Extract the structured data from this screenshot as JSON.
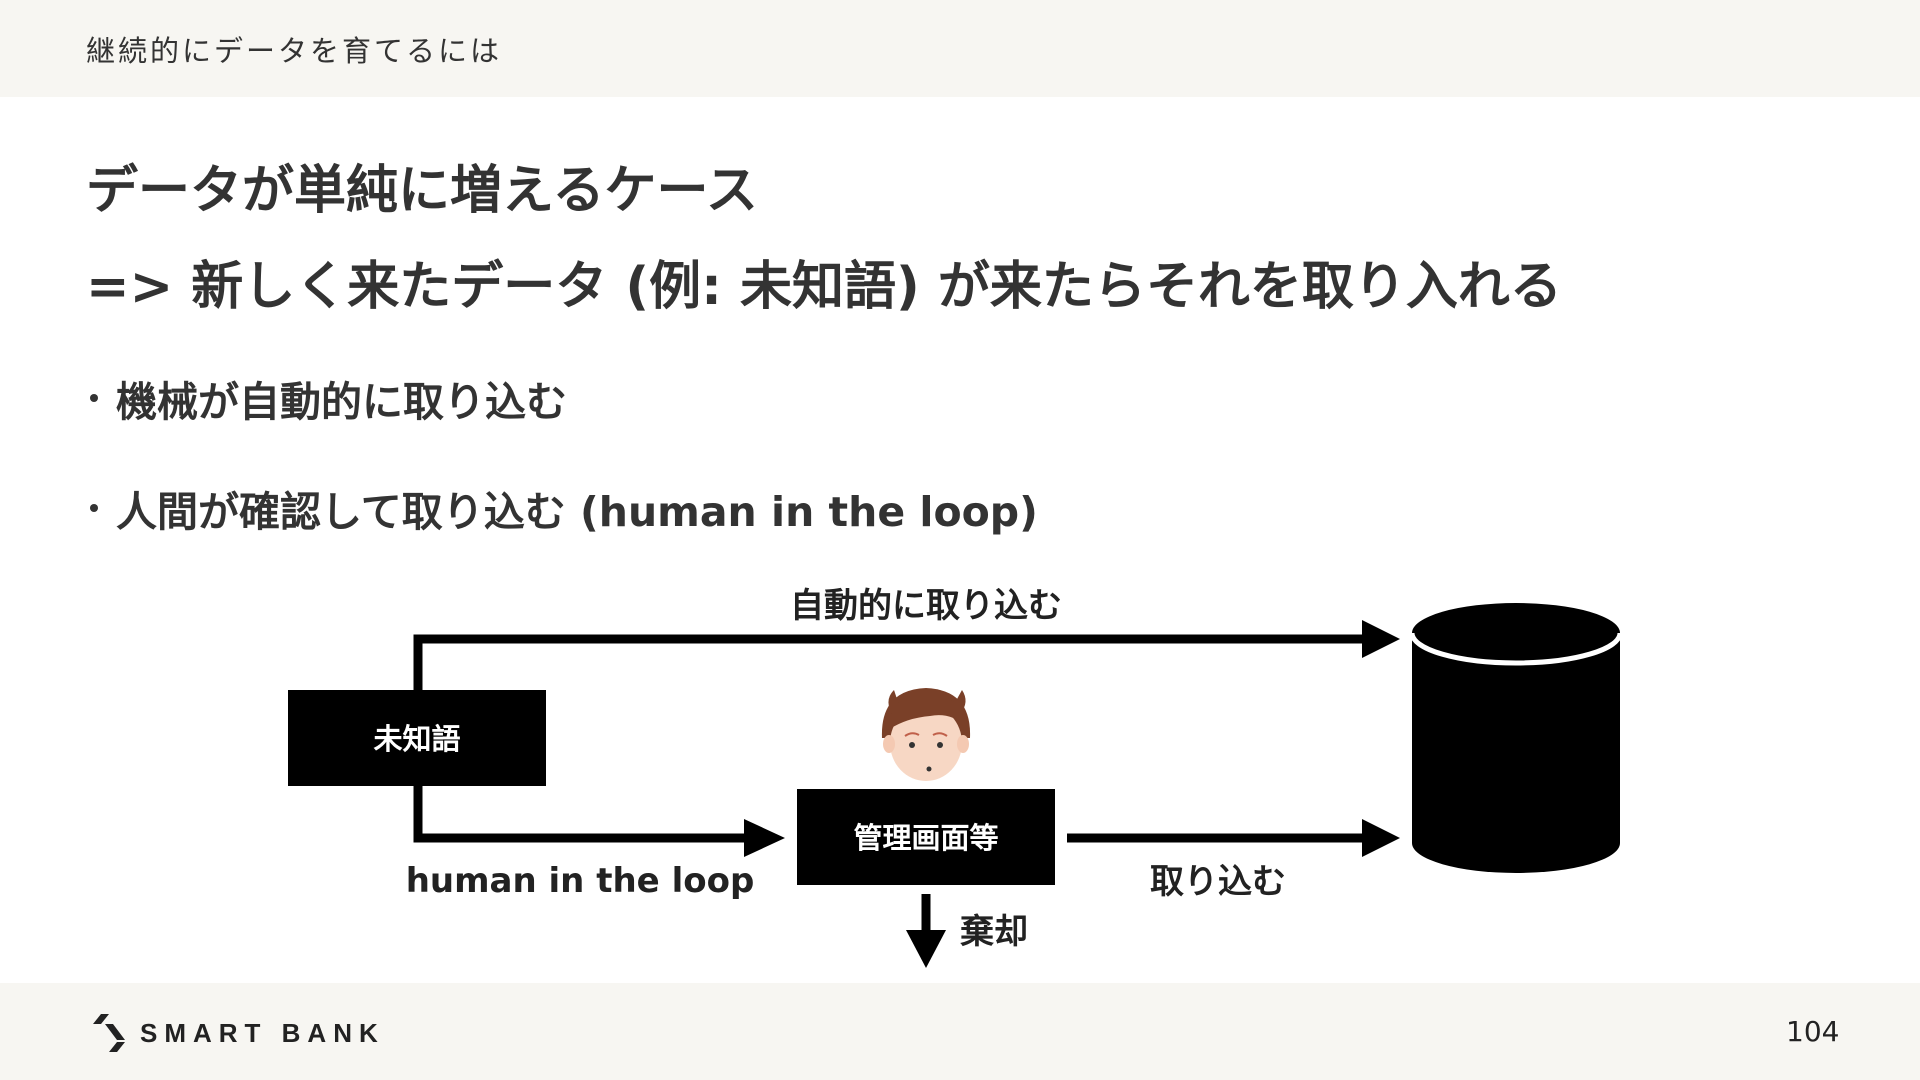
{
  "header": {
    "section_title": "継続的にデータを育てるには"
  },
  "headline": {
    "line1": "データが単純に増えるケース",
    "line2": "=> 新しく来たデータ (例: 未知語) が来たらそれを取り入れる"
  },
  "bullets": [
    "機械が自動的に取り込む",
    "人間が確認して取り込む (human in the loop)"
  ],
  "diagram": {
    "source_box_label": "未知語",
    "auto_path_label": "自動的に取り込む",
    "hitl_path_label": "human in the loop",
    "admin_box_label": "管理画面等",
    "import_label": "取り込む",
    "discard_label": "棄却",
    "person_icon": "person-face-icon",
    "database_icon": "database-cylinder-icon"
  },
  "footer": {
    "logo_text": "SMART BANK",
    "page_number": "104"
  }
}
